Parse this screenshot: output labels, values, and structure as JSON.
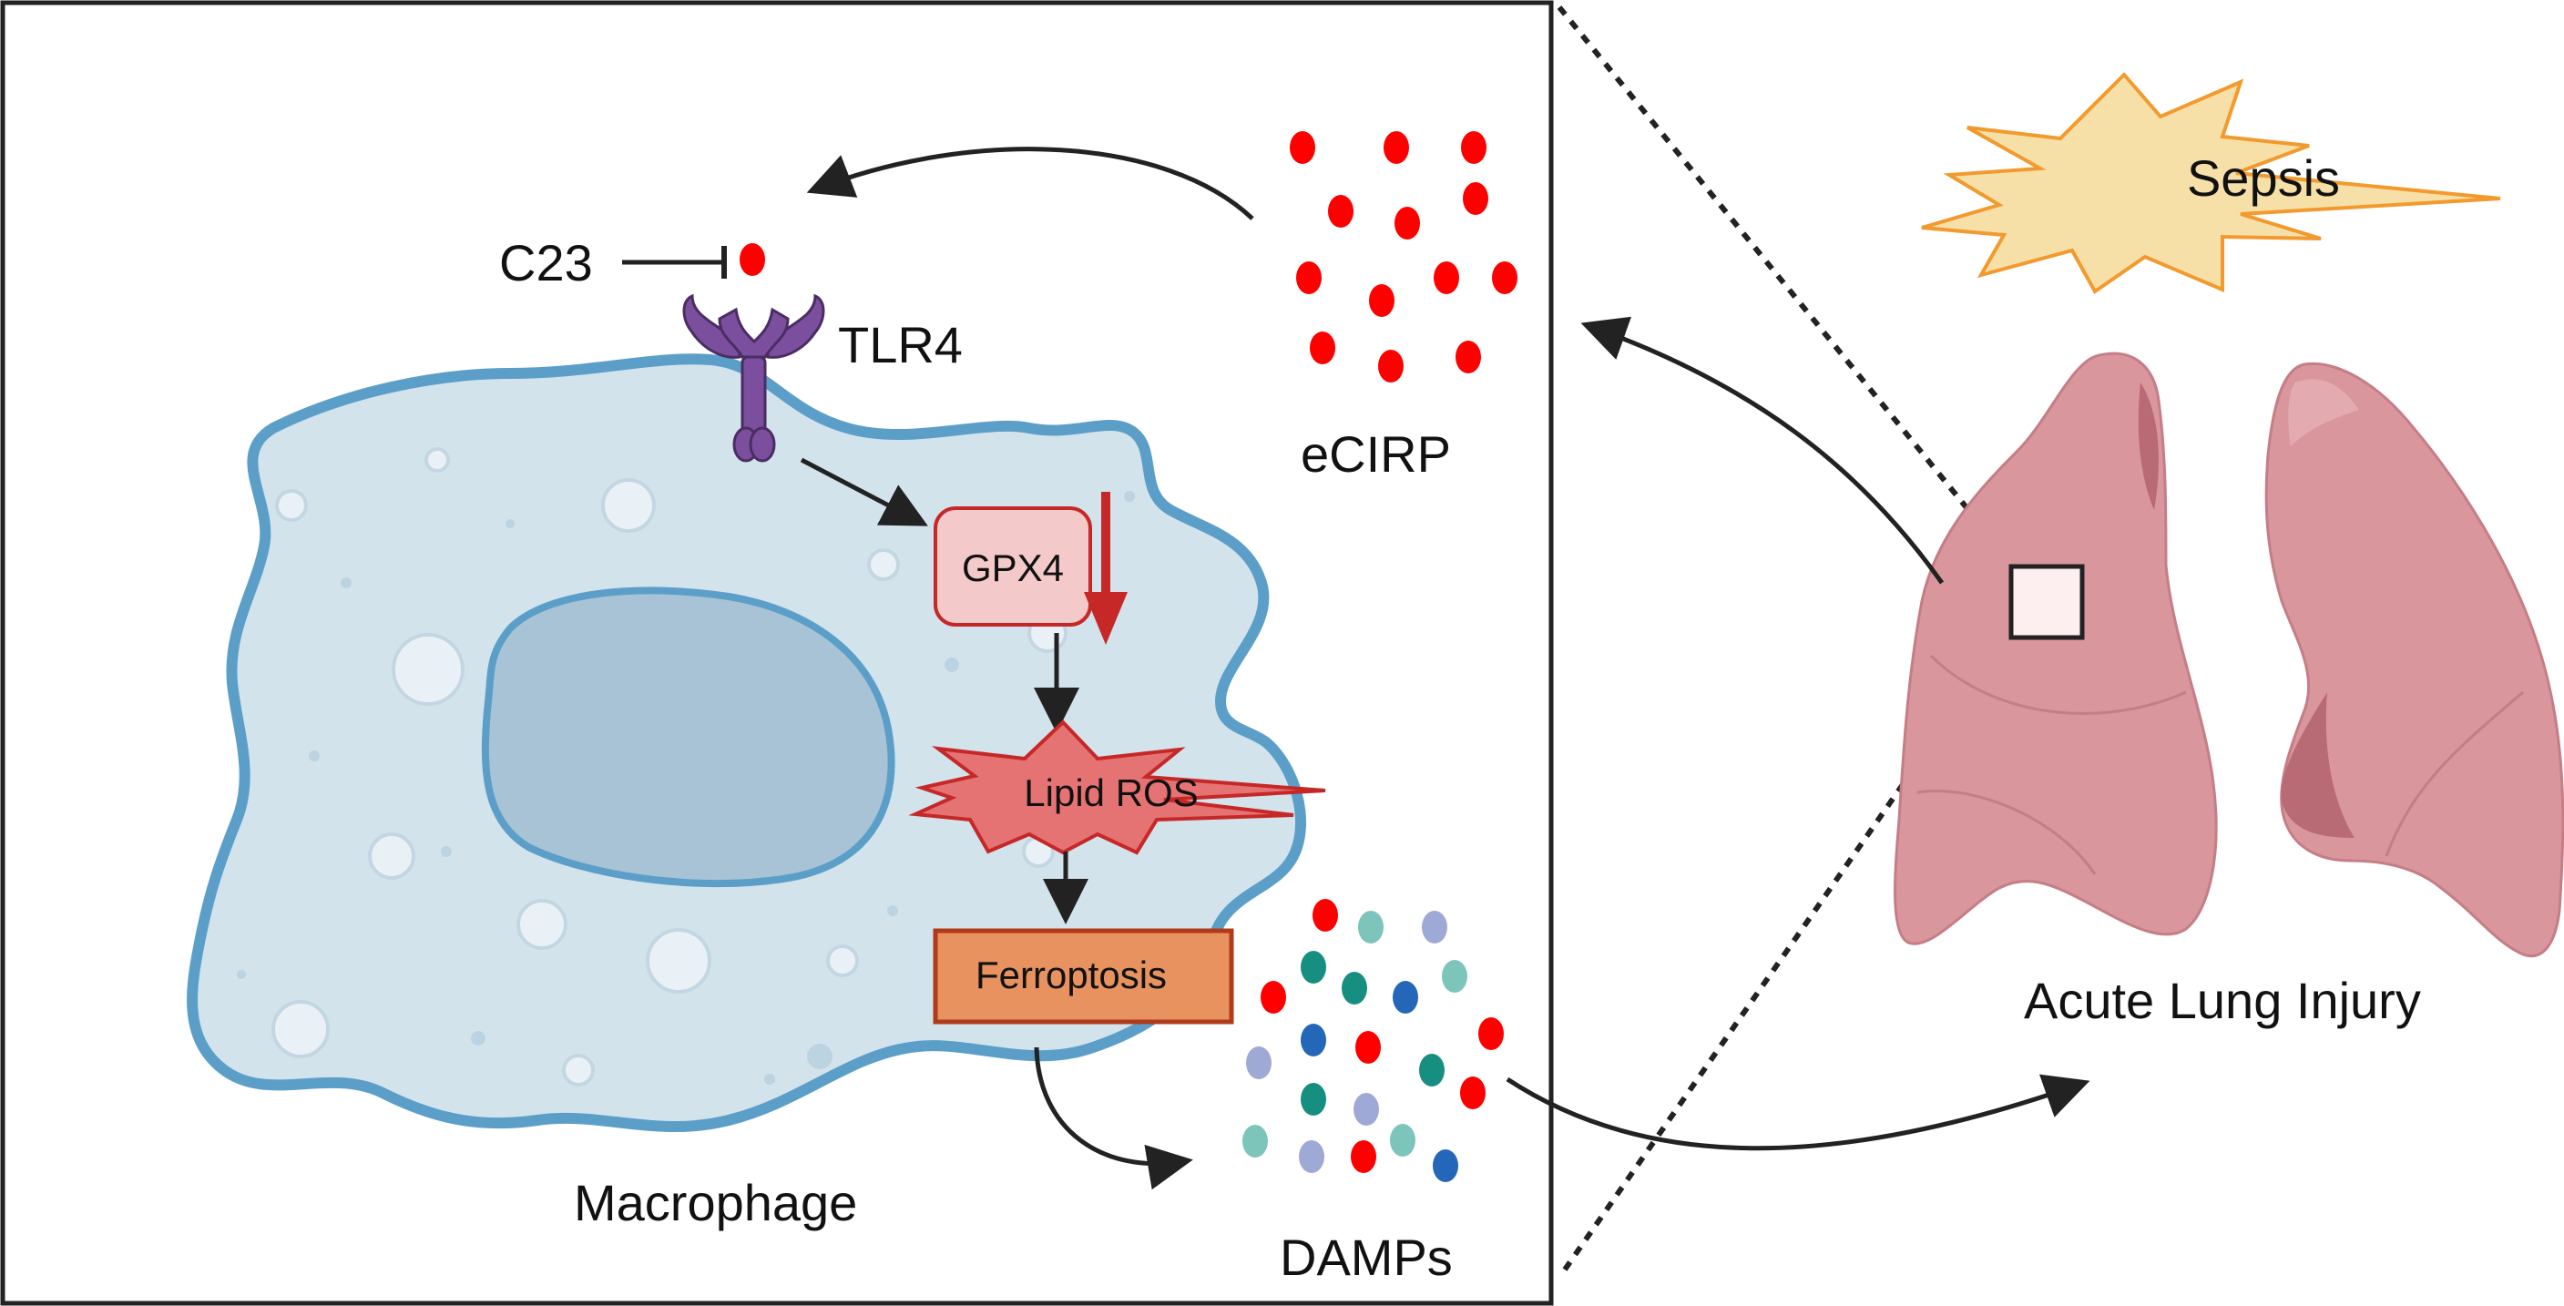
{
  "labels": {
    "c23": "C23",
    "tlr4": "TLR4",
    "ecirp": "eCIRP",
    "gpx4": "GPX4",
    "lipid_ros": "Lipid ROS",
    "ferroptosis": "Ferroptosis",
    "macrophage": "Macrophage",
    "damps": "DAMPs",
    "sepsis": "Sepsis",
    "acute_lung_injury": "Acute Lung Injury"
  },
  "colors": {
    "ecirp_dot": "#ff0000",
    "cell_fill": "#d3e3ec",
    "cell_stroke": "#5b9fc9",
    "nucleus_fill": "#a9c3d6",
    "tlr4": "#7b4f9d",
    "gpx4_fill": "#f4c9c9",
    "gpx4_stroke": "#c62828",
    "lipid_ros_fill": "#e57373",
    "ferroptosis_fill": "#e8935f",
    "ferroptosis_stroke": "#b03a1a",
    "sepsis_fill": "#f7e0a8",
    "sepsis_stroke": "#f29a2e",
    "lung_fill": "#d9969d",
    "damp_teal": "#168f80",
    "damp_light_teal": "#7dc5bb",
    "damp_blue": "#2467b8",
    "damp_lavender": "#9fa9d6"
  },
  "icons": [
    "c23-inhibition-icon",
    "tlr4-receptor-icon",
    "downregulation-arrow-icon",
    "lung-icon",
    "inset-box-icon"
  ]
}
